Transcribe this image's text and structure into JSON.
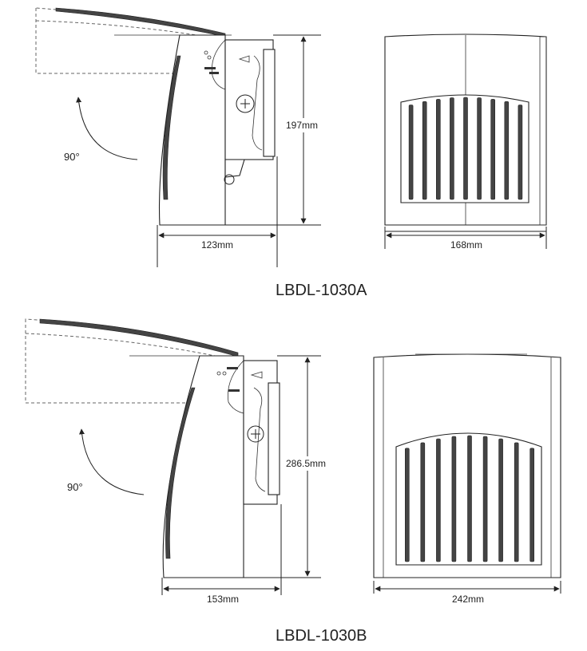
{
  "models": [
    {
      "name": "LBDL-1030A",
      "rotation_angle": "90°",
      "height_label": "197mm",
      "depth_label": "123mm",
      "width_label": "168mm"
    },
    {
      "name": "LBDL-1030B",
      "rotation_angle": "90°",
      "height_label": "286.5mm",
      "depth_label": "153mm",
      "width_label": "242mm"
    }
  ]
}
